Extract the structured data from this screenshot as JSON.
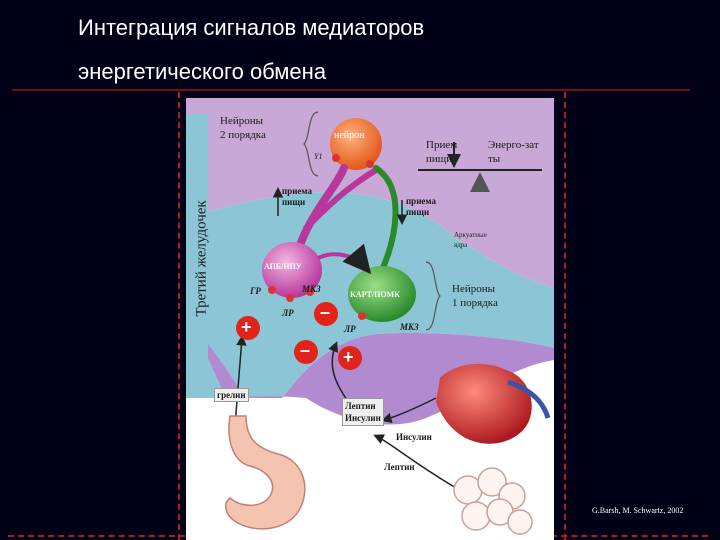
{
  "slide": {
    "title_line1": "Интеграция сигналов медиаторов",
    "title_line2": "энергетического обмена",
    "credit": "G.Barsh, M. Schwartz, 2002"
  },
  "figure": {
    "side_label": "Третий желудочек",
    "neurons_2nd_order": "Нейроны\n2 порядка",
    "neuron": "нейрон",
    "y1": "Y1",
    "intake_label": "Прием\nпищи",
    "expenditure_label": "Энерго-зат\nты",
    "intake_up": "приема\nпищи",
    "intake_down": "приема\nпищи",
    "arcuate": "Аркуатные\nядра",
    "agrp_npy": "АПБ/НПУ",
    "cart_pomc": "КАРТ/ПОМК",
    "neurons_1st_order": "Нейроны\n1 порядка",
    "gr": "ГР",
    "mk3_left": "МК3",
    "lr_left": "ЛР",
    "lr_right": "ЛР",
    "mk3_right": "МК3",
    "ghrelin": "грелин",
    "leptin_insulin": "Лептин\nИнсулин",
    "insulin": "Инсулин",
    "leptin": "Лептин",
    "plus_left": "+",
    "minus_right": "–",
    "minus_left": "–",
    "plus_right": "+"
  },
  "colors": {
    "background": "#000016",
    "accent_line": "#b01c22",
    "plus_minus": "#e2231a"
  }
}
